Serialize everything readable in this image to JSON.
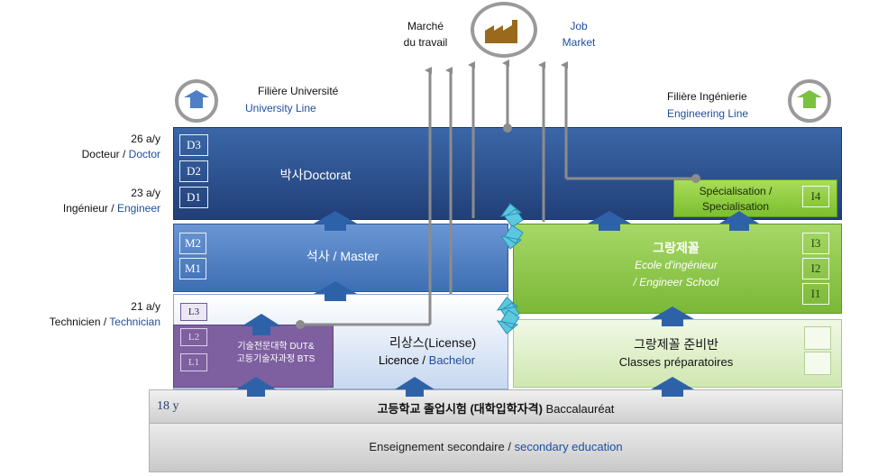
{
  "market": {
    "fr_line1": "Marché",
    "fr_line2": "du travail",
    "en_line1": "Job",
    "en_line2": "Market"
  },
  "univ_line": {
    "fr": "Filière Université",
    "en": "University Line"
  },
  "eng_line": {
    "fr": "Filière Ingénierie",
    "en": "Engineering Line"
  },
  "levels": {
    "doctor_age": "26 a/y",
    "doctor_fr": "Docteur",
    "doctor_sep": " / ",
    "doctor_en": "Doctor",
    "engineer_age": "23 a/y",
    "engineer_fr": "Ingénieur",
    "engineer_sep": " / ",
    "engineer_en": "Engineer",
    "tech_age": "21 a/y",
    "tech_fr": "Technicien",
    "tech_sep": " / ",
    "tech_en": "Technician"
  },
  "doctorat": {
    "label": "박사Doctorat",
    "tags": [
      "D3",
      "D2",
      "D1"
    ]
  },
  "master": {
    "label": "석사 / Master",
    "tags": [
      "M2",
      "M1"
    ]
  },
  "licence": {
    "tags": [
      "L3",
      "L2",
      "L1"
    ],
    "ko": "리상스(License)",
    "fr": "Licence",
    "sep": " / ",
    "en": "Bachelor"
  },
  "dut": {
    "line1": "기술전문대학 DUT&",
    "line2": "고등기술자과정 BTS"
  },
  "specialisation": {
    "line1": "Spécialisation /",
    "line2": "Specialisation",
    "tag": "I4"
  },
  "grande_ecole": {
    "ko": "그랑제꼴",
    "fr": "Ecole d'ingénieur",
    "en": "/ Engineer School",
    "tags": [
      "I3",
      "I2",
      "I1"
    ]
  },
  "prepa": {
    "ko": "그랑제꼴 준비반",
    "fr": "Classes préparatoires"
  },
  "bac": {
    "age": "18 y",
    "ko": "고등학교 졸업시험 (대학입학자격)",
    "fr": "Baccalauréat"
  },
  "secondary": {
    "fr": "Enseignement secondaire",
    "sep": " / ",
    "en": "secondary education"
  },
  "colors": {
    "doctorat": "#264f8d",
    "master": "#4f7fc4",
    "licence": "#dbe6f6",
    "dut": "#7e5fa0",
    "grande_ecole": "#8dc63f",
    "prepa": "#d9eec2",
    "bac": "#d6d6d6",
    "arrow": "#2e62a8"
  },
  "icons": {
    "factory": "factory-icon",
    "university": "graduate-cap-icon-blue",
    "engineering": "graduate-cap-icon-green"
  }
}
